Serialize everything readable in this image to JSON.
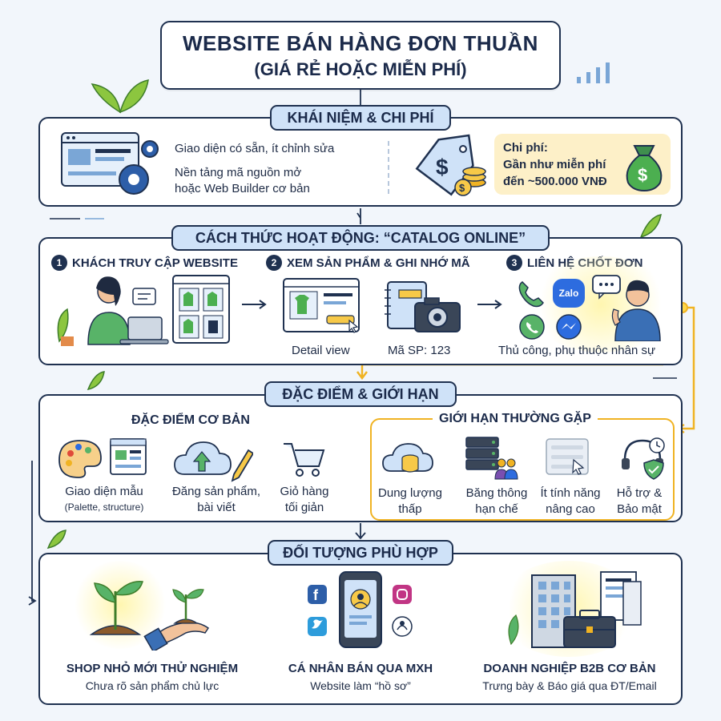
{
  "header": {
    "title_line1": "WEBSITE BÁN HÀNG ĐƠN THUẦN",
    "title_line2": "(GIÁ RẺ HOẶC MIỄN PHÍ)"
  },
  "concept": {
    "heading": "KHÁI NIỆM & CHI PHÍ",
    "line1": "Giao diện có sẵn, ít chỉnh sửa",
    "line2": "Nền tảng mã nguồn mở",
    "line3": "hoặc Web Builder cơ bản",
    "cost_label": "Chi phí:",
    "cost_line1": "Gần như miễn phí",
    "cost_line2": "đến ~500.000 VNĐ"
  },
  "workflow": {
    "heading": "CÁCH THỨC HOẠT ĐỘNG: “CATALOG ONLINE”",
    "steps": [
      {
        "num": "1",
        "label": "KHÁCH TRUY CẬP WEBSITE"
      },
      {
        "num": "2",
        "label": "XEM SẢN PHẨM & GHI NHỚ MÃ"
      },
      {
        "num": "3",
        "label": "LIÊN HỆ CHỐT ĐƠN"
      }
    ],
    "detail_view": "Detail view",
    "product_code": "Mã SP: 123",
    "zalo_label": "Zalo",
    "manual_note": "Thủ công, phụ thuộc nhân sự"
  },
  "features": {
    "heading": "ĐẶC ĐIỂM & GIỚI HẠN",
    "basic_heading": "ĐẶC ĐIỂM CƠ BẢN",
    "basic": [
      {
        "line1": "Giao diện mẫu",
        "line2": "(Palette, structure)"
      },
      {
        "line1": "Đăng sản phẩm,",
        "line2": "bài viết"
      },
      {
        "line1": "Giỏ hàng",
        "line2": "tối giản"
      }
    ],
    "limits_heading": "GIỚI HẠN THƯỜNG GẶP",
    "limits": [
      {
        "line1": "Dung lượng",
        "line2": "thấp"
      },
      {
        "line1": "Băng thông",
        "line2": "hạn chế"
      },
      {
        "line1": "Ít tính năng",
        "line2": "nâng cao"
      },
      {
        "line1": "Hỗ trợ &",
        "line2": "Bảo mật"
      }
    ]
  },
  "audience": {
    "heading": "ĐỐI TƯỢNG PHÙ HỢP",
    "items": [
      {
        "title": "SHOP NHỎ MỚI THỬ NGHIỆM",
        "sub": "Chưa rõ sản phẩm chủ lực"
      },
      {
        "title": "CÁ NHÂN BÁN QUA MXH",
        "sub": "Website làm “hồ sơ”"
      },
      {
        "title": "DOANH NGHIỆP B2B CƠ BẢN",
        "sub": "Trưng bày & Báo giá qua ĐT/Email"
      }
    ]
  },
  "colors": {
    "navy": "#1f3150",
    "pill_blue": "#cfe2f8",
    "accent_yellow": "#f0b323",
    "green": "#4caf50",
    "money_green": "#3f8f4e"
  }
}
